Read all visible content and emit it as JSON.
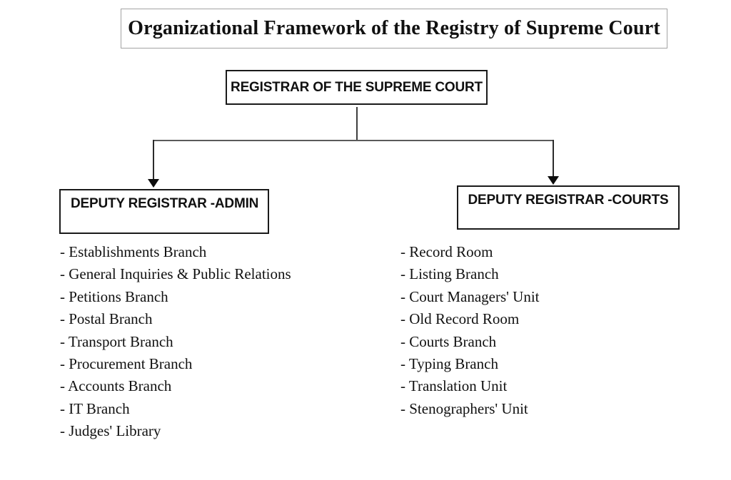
{
  "title": {
    "text": "Organizational Framework of the Registry of Supreme Court"
  },
  "org": {
    "root": {
      "label": "REGISTRAR OF THE SUPREME COURT"
    },
    "branches": [
      {
        "label": "DEPUTY REGISTRAR -ADMIN",
        "units": [
          "- Establishments Branch",
          "- General Inquiries & Public Relations",
          "- Petitions Branch",
          "- Postal Branch",
          "- Transport Branch",
          "- Procurement Branch",
          "- Accounts Branch",
          "- IT Branch",
          "- Judges' Library"
        ]
      },
      {
        "label": "DEPUTY REGISTRAR -COURTS",
        "units": [
          "- Record Room",
          "- Listing Branch",
          "- Court Managers' Unit",
          "- Old Record Room",
          "- Courts Branch",
          "- Typing Branch",
          "- Translation Unit",
          "- Stenographers' Unit"
        ]
      }
    ]
  },
  "colors": {
    "background": "#ffffff",
    "text": "#111111",
    "node_border": "#1a1a1a",
    "title_border": "#a3a3a3",
    "connector": "#3f3f3f",
    "arrow": "#0d0d0d"
  }
}
